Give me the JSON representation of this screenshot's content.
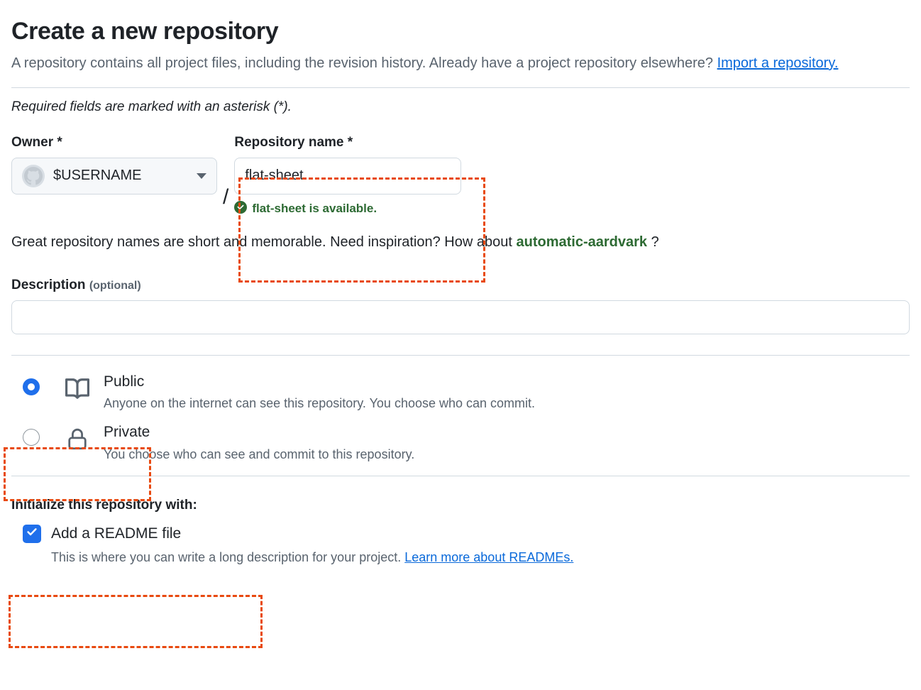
{
  "header": {
    "title": "Create a new repository",
    "intro_part1": "A repository contains all project files, including the revision history. Already have a project repository elsewhere? ",
    "import_link": "Import a repository.",
    "required_note": "Required fields are marked with an asterisk (*)."
  },
  "owner": {
    "label": "Owner *",
    "value": "$USERNAME",
    "avatar_icon": "github-octocat-avatar",
    "caret_icon": "chevron-down-icon"
  },
  "separator": "/",
  "repository_name": {
    "label": "Repository name *",
    "value": "flat-sheet",
    "placeholder": "",
    "availability_text": "flat-sheet is available.",
    "availability_icon": "check-circle-icon",
    "availability_color": "#2d6a33"
  },
  "inspiration": {
    "prefix": "Great repository names are short and memorable. Need inspiration? How about ",
    "suggestion": "automatic-aardvark",
    "suffix": " ?"
  },
  "description": {
    "label": "Description",
    "optional": "(optional)",
    "value": "",
    "placeholder": ""
  },
  "visibility": {
    "options": [
      {
        "id": "public",
        "title": "Public",
        "description": "Anyone on the internet can see this repository. You choose who can commit.",
        "icon": "repo-book-icon",
        "selected": true
      },
      {
        "id": "private",
        "title": "Private",
        "description": "You choose who can see and commit to this repository.",
        "icon": "lock-icon",
        "selected": false
      }
    ]
  },
  "initialize": {
    "heading": "Initialize this repository with:",
    "readme_label": "Add a README file",
    "readme_checked": true,
    "readme_sub_text": "This is where you can write a long description for your project. ",
    "readme_link": "Learn more about READMEs.",
    "check_icon": "checkmark-icon"
  },
  "annotations": {
    "accent_color": "#e8490f",
    "boxes": [
      "repository-name-field",
      "public-visibility-option",
      "initialize-readme-section"
    ]
  },
  "colors": {
    "link": "#0969da",
    "muted_text": "#59636e",
    "border": "#d1d9e0",
    "accent_blue": "#1f6feb",
    "green": "#2d6a33"
  }
}
